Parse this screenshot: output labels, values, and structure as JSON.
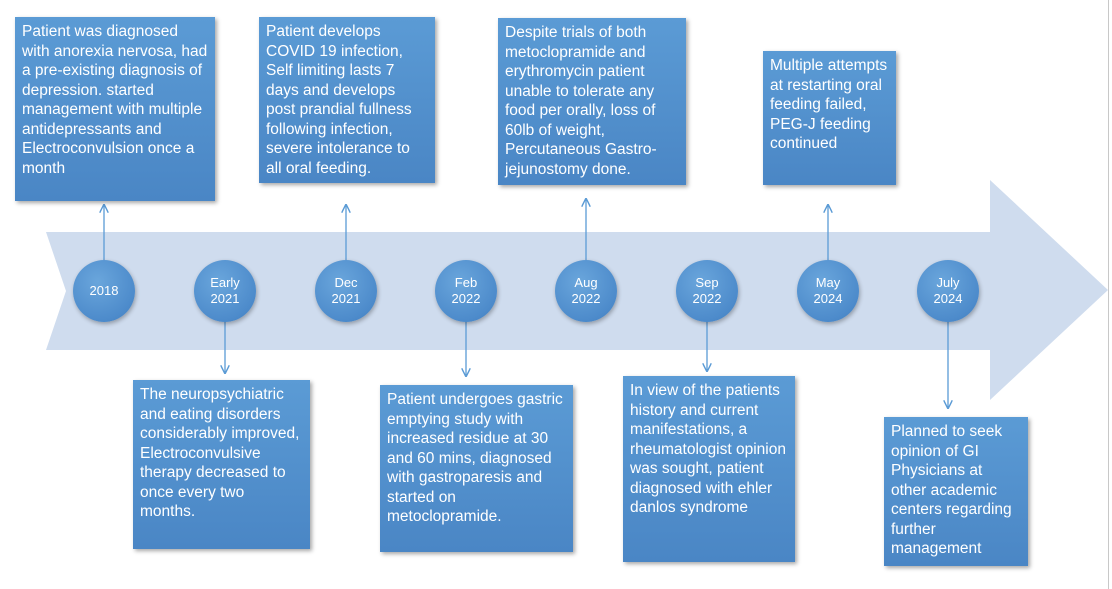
{
  "colors": {
    "box": "#5b9bd5",
    "dot": "#4d8bcb",
    "arrow_band": "#cfdcee",
    "connector": "#5b9bd5"
  },
  "timeline": [
    {
      "date": [
        "2018"
      ],
      "text": " Patient was diagnosed with anorexia nervosa, had a pre-existing diagnosis of depression. started management with multiple antidepressants and Electroconvulsion once a month",
      "position": "above"
    },
    {
      "date": [
        "Early",
        "2021"
      ],
      "text": "The neuropsychiatric and eating disorders considerably improved, Electroconvulsive therapy decreased to once every two months.",
      "position": "below"
    },
    {
      "date": [
        "Dec",
        "2021"
      ],
      "text": "Patient develops COVID 19 infection, Self limiting lasts 7 days and develops post prandial fullness following infection, severe intolerance to all oral feeding.",
      "position": "above"
    },
    {
      "date": [
        "Feb",
        "2022"
      ],
      "text": "Patient undergoes gastric emptying study with increased residue at 30 and 60 mins, diagnosed with gastroparesis and started on metoclopramide.",
      "position": "below"
    },
    {
      "date": [
        "Aug",
        "2022"
      ],
      "text": "Despite trials of both metoclopramide and erythromycin patient unable to tolerate any food per orally, loss of 60lb of weight, Percutaneous Gastro-jejunostomy done.",
      "position": "above"
    },
    {
      "date": [
        "Sep",
        "2022"
      ],
      "text": "In view of the patients history and current manifestations, a rheumatologist opinion was sought, patient diagnosed with ehler danlos syndrome",
      "position": "below"
    },
    {
      "date": [
        "May",
        "2024"
      ],
      "text": " Multiple attempts at restarting oral feeding failed, PEG-J feeding continued",
      "position": "above"
    },
    {
      "date": [
        "July",
        "2024"
      ],
      "text": "Planned to seek opinion of GI Physicians at other academic centers regarding further management",
      "position": "below"
    }
  ]
}
